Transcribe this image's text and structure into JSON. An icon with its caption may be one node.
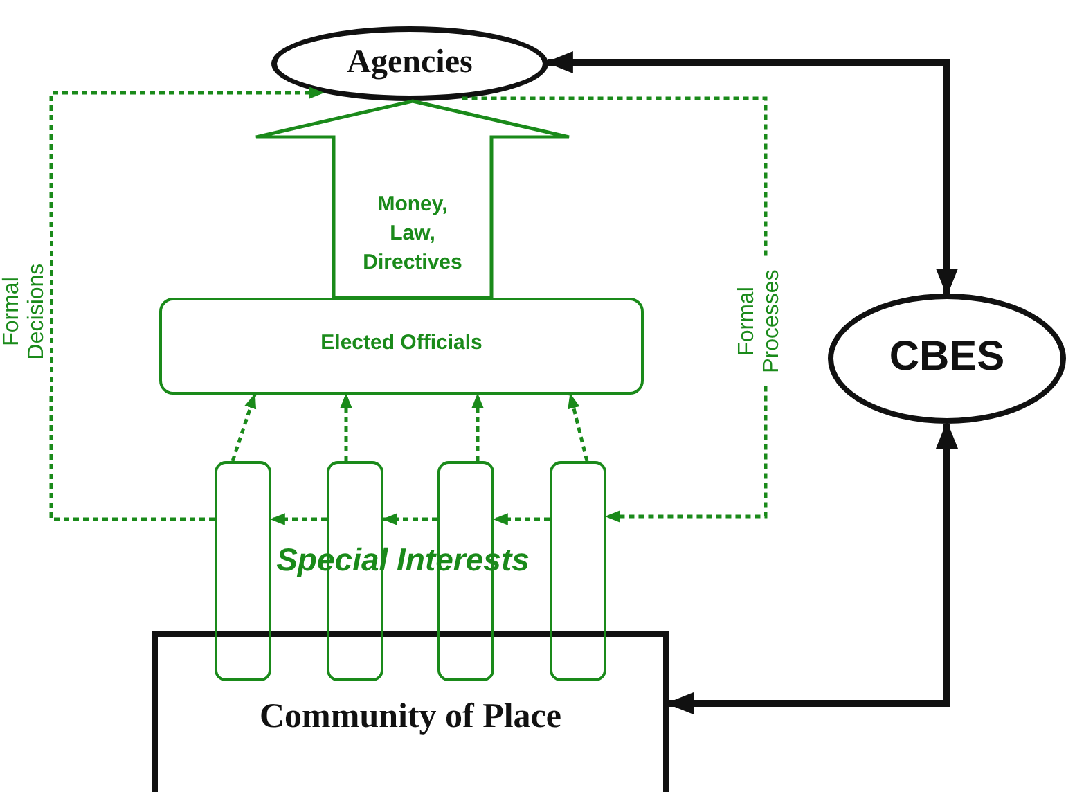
{
  "diagram": {
    "nodes": [
      {
        "text": [
          "Agencies"
        ]
      },
      {
        "text": [
          "Elected Officials"
        ]
      },
      {
        "text": [],
        "shape": "box"
      },
      {
        "text": [],
        "shape": "box"
      },
      {
        "text": [],
        "shape": "box"
      },
      {
        "text": [],
        "shape": "box"
      },
      {
        "text": [
          "Community of Place"
        ]
      },
      {
        "text": [
          "CBES"
        ]
      }
    ],
    "edges": [
      {
        "from": 2,
        "to": 0,
        "arrow": "to",
        "label": "Formal Decisions",
        "style": "dashed"
      },
      {
        "from": 0,
        "to": 5,
        "arrow": "to",
        "label": "Formal Processes",
        "style": "dashed"
      },
      {
        "from": 2,
        "to": 1,
        "arrow": "to",
        "style": "dashed"
      },
      {
        "from": 3,
        "to": 1,
        "arrow": "to",
        "style": "dashed"
      },
      {
        "from": 4,
        "to": 1,
        "arrow": "to",
        "style": "dashed"
      },
      {
        "from": 5,
        "to": 1,
        "arrow": "to",
        "style": "dashed"
      },
      {
        "from": 3,
        "to": 2,
        "arrow": "to",
        "style": "dashed"
      },
      {
        "from": 4,
        "to": 3,
        "arrow": "to",
        "style": "dashed"
      },
      {
        "from": 5,
        "to": 4,
        "arrow": "to",
        "style": "dashed"
      },
      {
        "from": 7,
        "to": 0,
        "arrow": "both",
        "style": "thick",
        "color": "#111111"
      },
      {
        "from": 7,
        "to": 6,
        "arrow": "both",
        "style": "thick",
        "color": "#111111"
      },
      {
        "from": 1,
        "to": 0,
        "arrow": "to",
        "label": "Money, Law, Directives",
        "style": "thick"
      }
    ],
    "labels": [
      "Special Interests"
    ]
  }
}
